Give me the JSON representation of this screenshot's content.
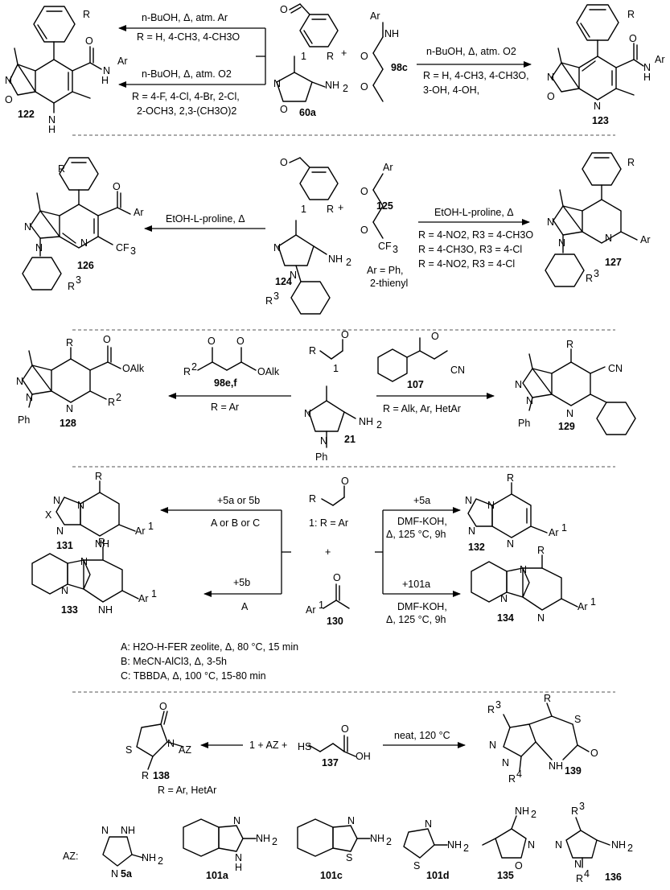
{
  "section1": {
    "left_cond1": "n-BuOH, Δ, atm. Ar",
    "left_r1": "R = H, 4-CH3, 4-CH3O",
    "left_cond2": "n-BuOH, Δ, atm. O2",
    "left_r2a": "R = 4-F, 4-Cl, 4-Br, 2-Cl,",
    "left_r2b": "2-OCH3, 2,3-(CH3O)2",
    "right_cond": "n-BuOH, Δ, atm. O2",
    "right_ra": "R =  H, 4-CH3, 4-CH3O,",
    "right_rb": "3-OH, 4-OH,",
    "plus": "+",
    "lbl_122": "122",
    "lbl_123": "123",
    "lbl_1": "1",
    "lbl_60a": "60a",
    "lbl_98c": "98c"
  },
  "section2": {
    "left_cond": "EtOH-L-proline, Δ",
    "right_cond": "EtOH-L-proline, Δ",
    "right_r1": "R = 4-NO2, R3 = 4-CH3O",
    "right_r2": "R = 4-CH3O, R3 = 4-Cl",
    "right_r3": "R = 4-NO2, R3 = 4-Cl",
    "ar_a": "Ar = Ph,",
    "ar_b": "2-thienyl",
    "plus": "+",
    "lbl_126": "126",
    "lbl_127": "127",
    "lbl_1": "1",
    "lbl_124": "124",
    "lbl_125": "125"
  },
  "section3": {
    "left_r": "R = Ar",
    "right_r": "R = Alk, Ar, HetAr",
    "lbl_128": "128",
    "lbl_129": "129",
    "lbl_98ef": "98e,f",
    "lbl_107": "107",
    "lbl_1": "1",
    "lbl_21": "21"
  },
  "section4": {
    "top_left_cond_a": "+5a or 5b",
    "top_left_cond_b": "A or B or C",
    "bottom_left_cond_a": "+5b",
    "bottom_left_cond_b": "A",
    "top_right_cond_a": "+5a",
    "top_right_cond_b": "DMF-KOH,",
    "top_right_cond_c": "Δ, 125 °C, 9h",
    "bottom_right_cond_a": "+101a",
    "bottom_right_cond_b": "DMF-KOH,",
    "bottom_right_cond_c": "Δ, 125 °C, 9h",
    "center_r": "1: R = Ar",
    "plus": "+",
    "lbl_131": "131",
    "lbl_132": "132",
    "lbl_133": "133",
    "lbl_134": "134",
    "lbl_130": "130",
    "legend_a": "A: H2O-H-FER zeolite, Δ, 80 °C, 15 min",
    "legend_b": "B: MeCN-AlCl3, Δ, 3-5h",
    "legend_c": "C: TBBDA, Δ, 100 °C, 15-80 min"
  },
  "section5": {
    "center_text": "1 + AZ +",
    "right_cond": "neat, 120 °C",
    "r_note": "R = Ar, HetAr",
    "lbl_138": "138",
    "lbl_137": "137",
    "lbl_139": "139"
  },
  "az_row": {
    "prefix": "AZ:",
    "labels": [
      "5a",
      "101a",
      "101c",
      "101d",
      "135",
      "136"
    ]
  }
}
